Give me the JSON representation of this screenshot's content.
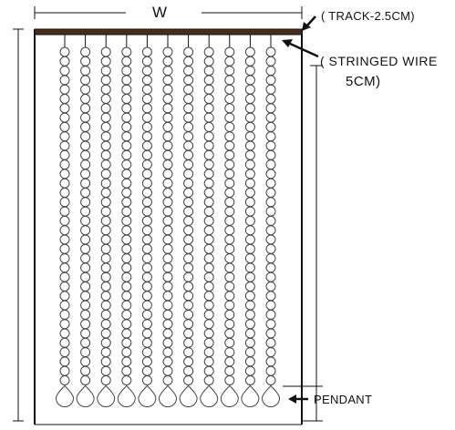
{
  "diagram": {
    "width_label": "W",
    "track_label": "( TRACK-2.5CM)",
    "wire_label_line1": "( STRINGED WIRE",
    "wire_label_line2": "5CM)",
    "pendant_label": "PENDANT",
    "strand_count": 11,
    "beads_per_strand": 36,
    "track_color": "#4a2c17",
    "line_color": "#111111"
  }
}
